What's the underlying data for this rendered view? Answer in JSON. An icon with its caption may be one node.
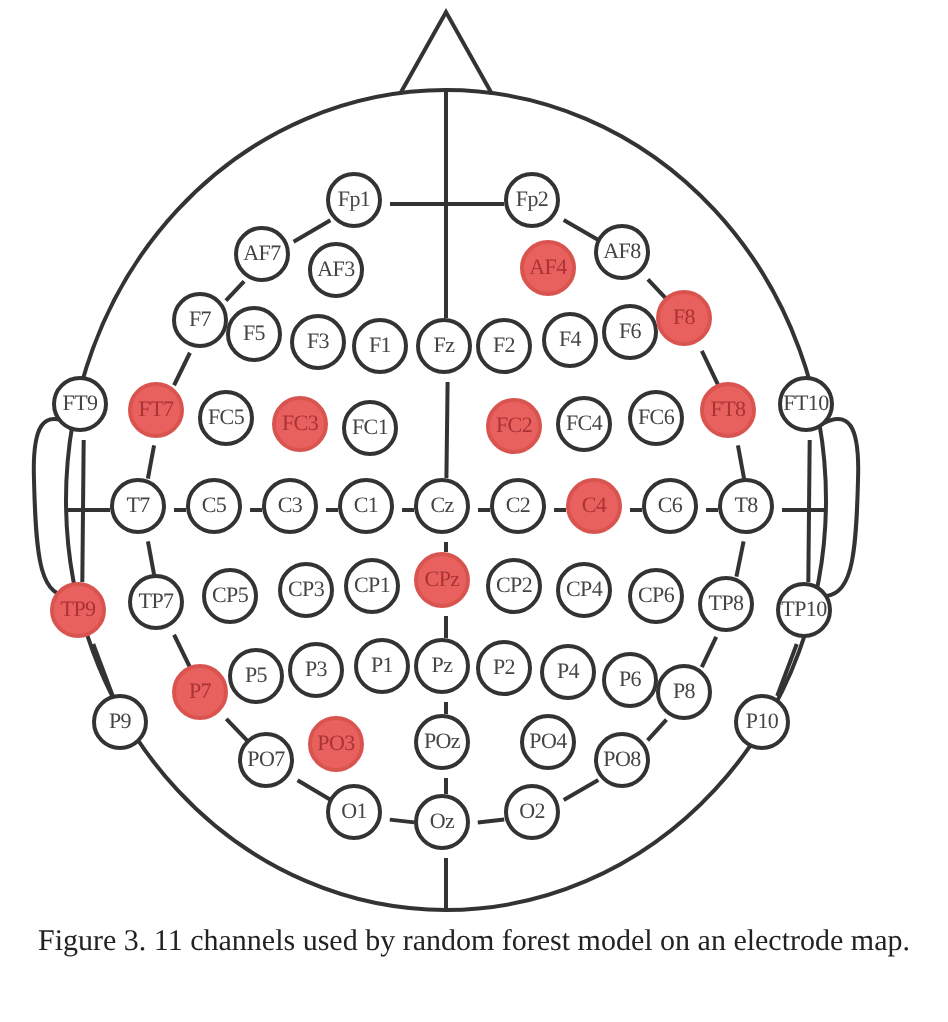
{
  "diagram": {
    "caption": "Figure 3.    11 channels used by random forest model on an electrode map.",
    "nodes": [
      {
        "text": [
          "Fp1"
        ]
      },
      {
        "text": [
          "Fp2"
        ]
      },
      {
        "text": [
          "AF7"
        ]
      },
      {
        "text": [
          "AF3"
        ]
      },
      {
        "text": [
          "AF4"
        ]
      },
      {
        "text": [
          "AF8"
        ]
      },
      {
        "text": [
          "F7"
        ]
      },
      {
        "text": [
          "F5"
        ]
      },
      {
        "text": [
          "F3"
        ]
      },
      {
        "text": [
          "F1"
        ]
      },
      {
        "text": [
          "Fz"
        ]
      },
      {
        "text": [
          "F2"
        ]
      },
      {
        "text": [
          "F4"
        ]
      },
      {
        "text": [
          "F6"
        ]
      },
      {
        "text": [
          "F8"
        ]
      },
      {
        "text": [
          "FT9"
        ]
      },
      {
        "text": [
          "FT7"
        ]
      },
      {
        "text": [
          "FC5"
        ]
      },
      {
        "text": [
          "FC3"
        ]
      },
      {
        "text": [
          "FC1"
        ]
      },
      {
        "text": [
          "FC2"
        ]
      },
      {
        "text": [
          "FC4"
        ]
      },
      {
        "text": [
          "FC6"
        ]
      },
      {
        "text": [
          "FT8"
        ]
      },
      {
        "text": [
          "FT10"
        ]
      },
      {
        "text": [
          "T7"
        ]
      },
      {
        "text": [
          "C5"
        ]
      },
      {
        "text": [
          "C3"
        ]
      },
      {
        "text": [
          "C1"
        ]
      },
      {
        "text": [
          "Cz"
        ]
      },
      {
        "text": [
          "C2"
        ]
      },
      {
        "text": [
          "C4"
        ]
      },
      {
        "text": [
          "C6"
        ]
      },
      {
        "text": [
          "T8"
        ]
      },
      {
        "text": [
          "TP9"
        ]
      },
      {
        "text": [
          "TP7"
        ]
      },
      {
        "text": [
          "CP5"
        ]
      },
      {
        "text": [
          "CP3"
        ]
      },
      {
        "text": [
          "CP1"
        ]
      },
      {
        "text": [
          "CPz"
        ]
      },
      {
        "text": [
          "CP2"
        ]
      },
      {
        "text": [
          "CP4"
        ]
      },
      {
        "text": [
          "CP6"
        ]
      },
      {
        "text": [
          "TP8"
        ]
      },
      {
        "text": [
          "TP10"
        ]
      },
      {
        "text": [
          "P9"
        ]
      },
      {
        "text": [
          "P7"
        ]
      },
      {
        "text": [
          "P5"
        ]
      },
      {
        "text": [
          "P3"
        ]
      },
      {
        "text": [
          "P1"
        ]
      },
      {
        "text": [
          "Pz"
        ]
      },
      {
        "text": [
          "P2"
        ]
      },
      {
        "text": [
          "P4"
        ]
      },
      {
        "text": [
          "P6"
        ]
      },
      {
        "text": [
          "P8"
        ]
      },
      {
        "text": [
          "P10"
        ]
      },
      {
        "text": [
          "PO7"
        ]
      },
      {
        "text": [
          "PO3"
        ]
      },
      {
        "text": [
          "POz"
        ]
      },
      {
        "text": [
          "PO4"
        ]
      },
      {
        "text": [
          "PO8"
        ]
      },
      {
        "text": [
          "O1"
        ]
      },
      {
        "text": [
          "Oz"
        ]
      },
      {
        "text": [
          "O2"
        ]
      }
    ],
    "edges": [
      {
        "from": 0,
        "to": 1,
        "arrow": "none"
      },
      {
        "from": 0,
        "to": 2,
        "arrow": "none"
      },
      {
        "from": 2,
        "to": 6,
        "arrow": "none"
      },
      {
        "from": 6,
        "to": 16,
        "arrow": "none"
      },
      {
        "from": 16,
        "to": 25,
        "arrow": "none"
      },
      {
        "from": 25,
        "to": 35,
        "arrow": "none"
      },
      {
        "from": 35,
        "to": 46,
        "arrow": "none"
      },
      {
        "from": 46,
        "to": 56,
        "arrow": "none"
      },
      {
        "from": 56,
        "to": 61,
        "arrow": "none"
      },
      {
        "from": 61,
        "to": 62,
        "arrow": "none"
      },
      {
        "from": 62,
        "to": 63,
        "arrow": "none"
      },
      {
        "from": 63,
        "to": 60,
        "arrow": "none"
      },
      {
        "from": 60,
        "to": 54,
        "arrow": "none"
      },
      {
        "from": 54,
        "to": 43,
        "arrow": "none"
      },
      {
        "from": 43,
        "to": 33,
        "arrow": "none"
      },
      {
        "from": 33,
        "to": 23,
        "arrow": "none"
      },
      {
        "from": 23,
        "to": 14,
        "arrow": "none"
      },
      {
        "from": 14,
        "to": 5,
        "arrow": "none"
      },
      {
        "from": 5,
        "to": 1,
        "arrow": "none"
      },
      {
        "from": 10,
        "to": 29,
        "arrow": "none"
      },
      {
        "from": 29,
        "to": 39,
        "arrow": "none"
      },
      {
        "from": 39,
        "to": 50,
        "arrow": "none"
      },
      {
        "from": 50,
        "to": 58,
        "arrow": "none"
      },
      {
        "from": 58,
        "to": 62,
        "arrow": "none"
      },
      {
        "from": 25,
        "to": 26,
        "arrow": "none"
      },
      {
        "from": 26,
        "to": 27,
        "arrow": "none"
      },
      {
        "from": 27,
        "to": 28,
        "arrow": "none"
      },
      {
        "from": 28,
        "to": 29,
        "arrow": "none"
      },
      {
        "from": 29,
        "to": 30,
        "arrow": "none"
      },
      {
        "from": 30,
        "to": 31,
        "arrow": "none"
      },
      {
        "from": 31,
        "to": 32,
        "arrow": "none"
      },
      {
        "from": 32,
        "to": 33,
        "arrow": "none"
      },
      {
        "from": 15,
        "to": 34,
        "arrow": "none"
      },
      {
        "from": 34,
        "to": 45,
        "arrow": "none"
      },
      {
        "from": 24,
        "to": 44,
        "arrow": "none"
      },
      {
        "from": 44,
        "to": 55,
        "arrow": "none"
      }
    ]
  }
}
